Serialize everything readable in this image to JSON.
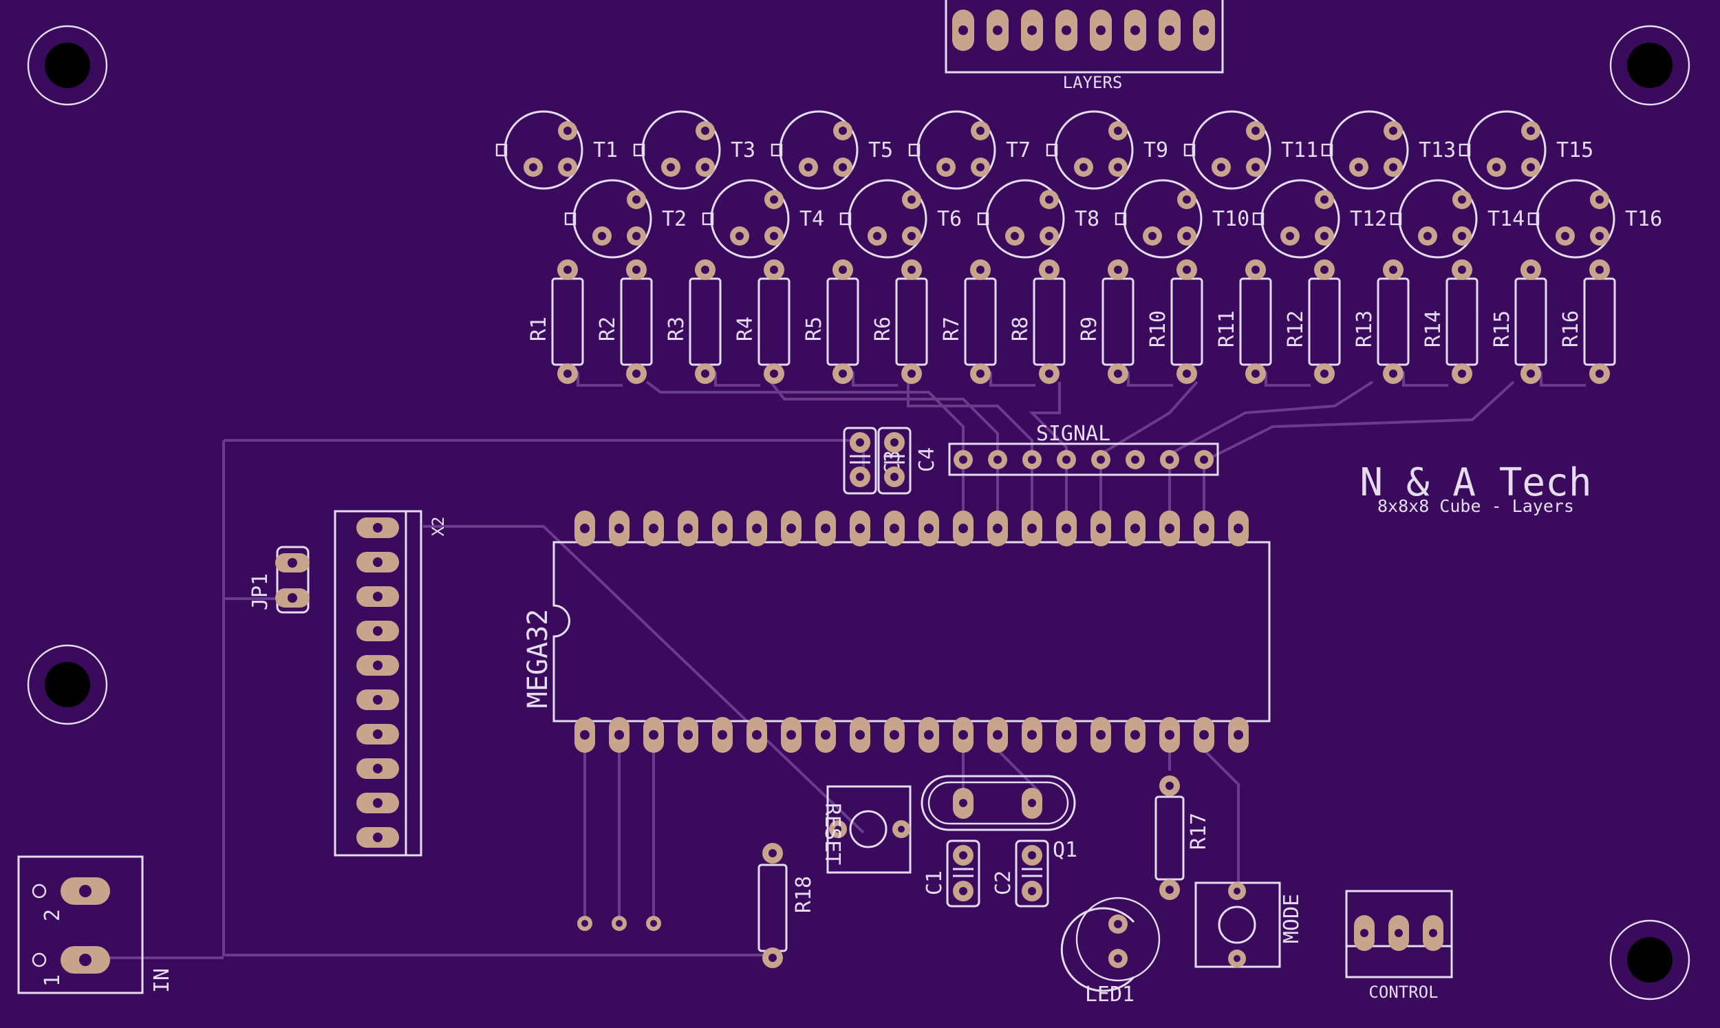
{
  "board": {
    "title": "N & A Tech",
    "subtitle": "8x8x8 Cube - Layers",
    "colors": {
      "board": "#3a0a5c",
      "silkscreen": "#e6dcef",
      "pad": "#c9a48d",
      "trace": "#6a3c8c"
    }
  },
  "labels": {
    "layers": "LAYERS",
    "signal": "SIGNAL",
    "mcu": "MEGA32",
    "x2": "X2",
    "jp1": "JP1",
    "c4": "C4",
    "c3": "C3",
    "reset": "RESET",
    "q1": "Q1",
    "c1": "C1",
    "c2": "C2",
    "r17": "R17",
    "r18": "R18",
    "led1": "LED1",
    "mode": "MODE",
    "control": "CONTROL",
    "in": "IN",
    "in_pin1": "1",
    "in_pin2": "2"
  },
  "transistors": [
    "T1",
    "T2",
    "T3",
    "T4",
    "T5",
    "T6",
    "T7",
    "T8",
    "T9",
    "T10",
    "T11",
    "T12",
    "T13",
    "T14",
    "T15",
    "T16"
  ],
  "resistors": [
    "R1",
    "R2",
    "R3",
    "R4",
    "R5",
    "R6",
    "R7",
    "R8",
    "R9",
    "R10",
    "R11",
    "R12",
    "R13",
    "R14",
    "R15",
    "R16"
  ]
}
